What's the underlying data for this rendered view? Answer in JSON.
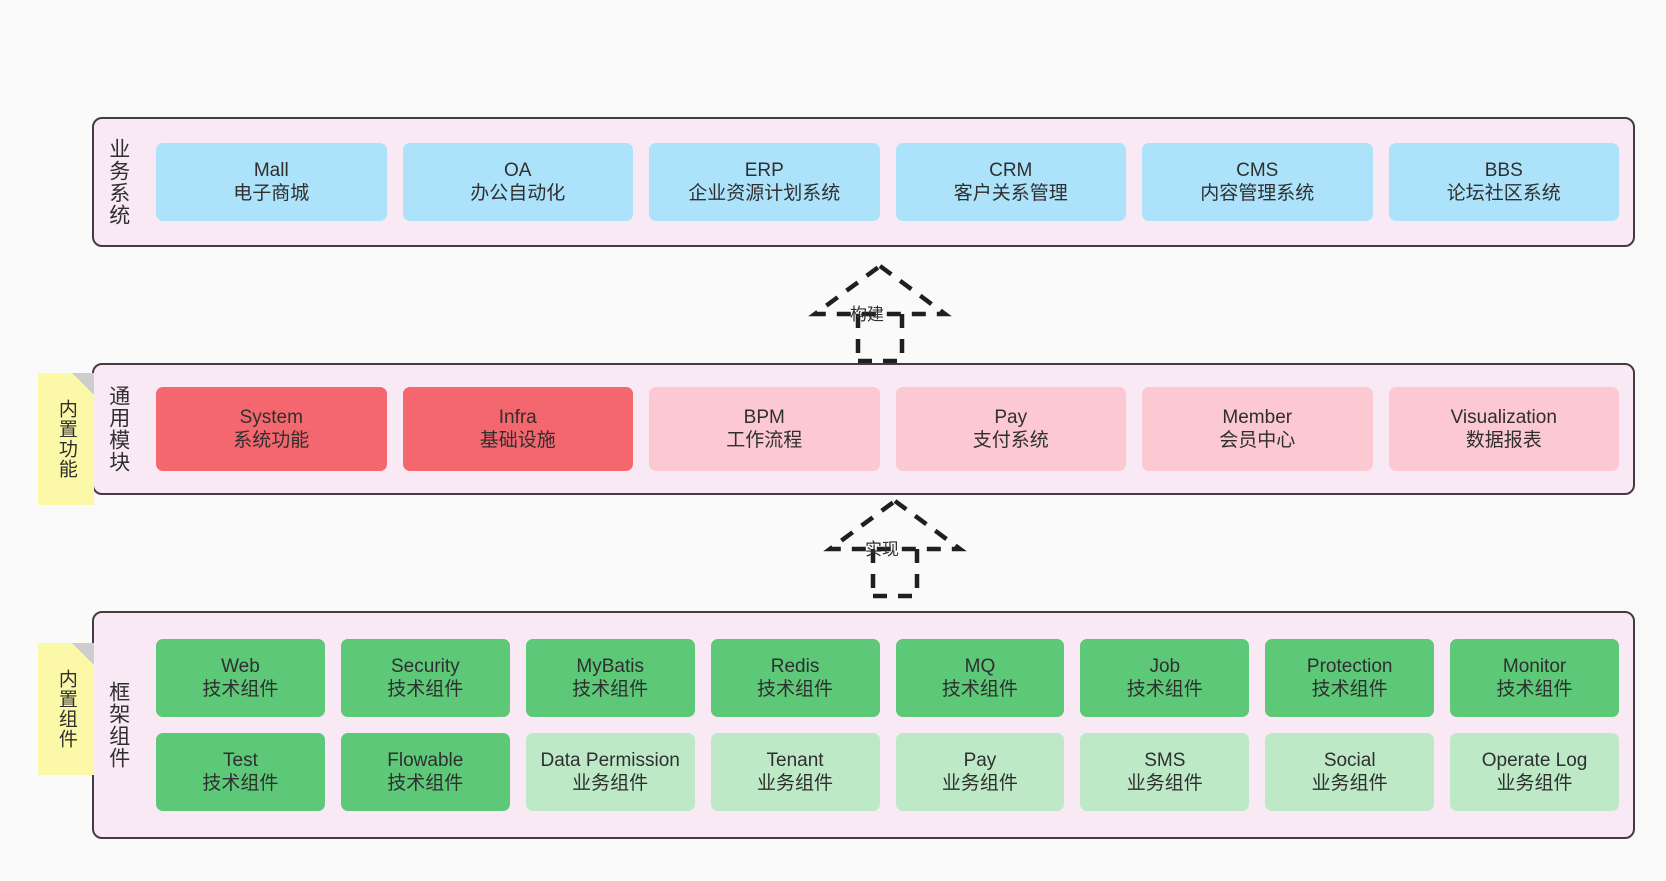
{
  "diagram": {
    "background_color": "#fafafa",
    "layer_fill": "#f8e9f4",
    "layer_border": "#463a44",
    "note_color": "#fbf8a8"
  },
  "layers": [
    {
      "key": "business",
      "label": "业务系统",
      "note": null,
      "rows": [
        {
          "boxes": [
            {
              "title": "Mall",
              "subtitle": "电子商城",
              "color": "#ace3fb",
              "style": "c-blue"
            },
            {
              "title": "OA",
              "subtitle": "办公自动化",
              "color": "#ace3fb",
              "style": "c-blue"
            },
            {
              "title": "ERP",
              "subtitle": "企业资源计划系统",
              "color": "#ace3fb",
              "style": "c-blue"
            },
            {
              "title": "CRM",
              "subtitle": "客户关系管理",
              "color": "#ace3fb",
              "style": "c-blue"
            },
            {
              "title": "CMS",
              "subtitle": "内容管理系统",
              "color": "#ace3fb",
              "style": "c-blue"
            },
            {
              "title": "BBS",
              "subtitle": "论坛社区系统",
              "color": "#ace3fb",
              "style": "c-blue"
            }
          ]
        }
      ]
    },
    {
      "key": "common-modules",
      "label": "通用模块",
      "note": "内置功能",
      "rows": [
        {
          "boxes": [
            {
              "title": "System",
              "subtitle": "系统功能",
              "color": "#f4676e",
              "style": "c-red"
            },
            {
              "title": "Infra",
              "subtitle": "基础设施",
              "color": "#f4676e",
              "style": "c-red"
            },
            {
              "title": "BPM",
              "subtitle": "工作流程",
              "color": "#fcc9d2",
              "style": "c-pink"
            },
            {
              "title": "Pay",
              "subtitle": "支付系统",
              "color": "#fcc9d2",
              "style": "c-pink"
            },
            {
              "title": "Member",
              "subtitle": "会员中心",
              "color": "#fcc9d2",
              "style": "c-pink"
            },
            {
              "title": "Visualization",
              "subtitle": "数据报表",
              "color": "#fcc9d2",
              "style": "c-pink"
            }
          ]
        }
      ]
    },
    {
      "key": "framework-components",
      "label": "框架组件",
      "note": "内置组件",
      "rows": [
        {
          "boxes": [
            {
              "title": "Web",
              "subtitle": "技术组件",
              "color": "#5dc878",
              "style": "c-green"
            },
            {
              "title": "Security",
              "subtitle": "技术组件",
              "color": "#5dc878",
              "style": "c-green"
            },
            {
              "title": "MyBatis",
              "subtitle": "技术组件",
              "color": "#5dc878",
              "style": "c-green"
            },
            {
              "title": "Redis",
              "subtitle": "技术组件",
              "color": "#5dc878",
              "style": "c-green"
            },
            {
              "title": "MQ",
              "subtitle": "技术组件",
              "color": "#5dc878",
              "style": "c-green"
            },
            {
              "title": "Job",
              "subtitle": "技术组件",
              "color": "#5dc878",
              "style": "c-green"
            },
            {
              "title": "Protection",
              "subtitle": "技术组件",
              "color": "#5dc878",
              "style": "c-green"
            },
            {
              "title": "Monitor",
              "subtitle": "技术组件",
              "color": "#5dc878",
              "style": "c-green"
            }
          ]
        },
        {
          "boxes": [
            {
              "title": "Test",
              "subtitle": "技术组件",
              "color": "#5dc878",
              "style": "c-green"
            },
            {
              "title": "Flowable",
              "subtitle": "技术组件",
              "color": "#5dc878",
              "style": "c-green"
            },
            {
              "title": "Data Permission",
              "subtitle": "业务组件",
              "color": "#bde9c7",
              "style": "c-lgreen"
            },
            {
              "title": "Tenant",
              "subtitle": "业务组件",
              "color": "#bde9c7",
              "style": "c-lgreen"
            },
            {
              "title": "Pay",
              "subtitle": "业务组件",
              "color": "#bde9c7",
              "style": "c-lgreen"
            },
            {
              "title": "SMS",
              "subtitle": "业务组件",
              "color": "#bde9c7",
              "style": "c-lgreen"
            },
            {
              "title": "Social",
              "subtitle": "业务组件",
              "color": "#bde9c7",
              "style": "c-lgreen"
            },
            {
              "title": "Operate Log",
              "subtitle": "业务组件",
              "color": "#bde9c7",
              "style": "c-lgreen"
            }
          ]
        }
      ]
    }
  ],
  "connectors": [
    {
      "key": "build",
      "label": "构建"
    },
    {
      "key": "implement",
      "label": "实现"
    }
  ]
}
